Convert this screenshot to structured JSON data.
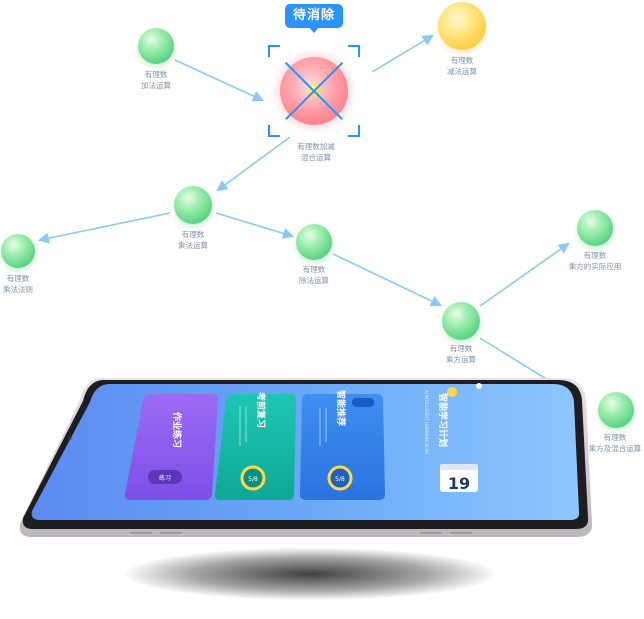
{
  "tag": {
    "label": "待消除"
  },
  "nodes": [
    {
      "id": "addsub-mix",
      "label": "有理数加减\n混合运算"
    },
    {
      "id": "add",
      "label": "有理数\n加法运算"
    },
    {
      "id": "sub",
      "label": "有理数\n减法运算"
    },
    {
      "id": "mul",
      "label": "有理数\n乘法运算"
    },
    {
      "id": "mul-law",
      "label": "有理数\n乘法法则"
    },
    {
      "id": "div",
      "label": "有理数\n除法运算"
    },
    {
      "id": "pow",
      "label": "有理数\n乘方运算"
    },
    {
      "id": "pow-app",
      "label": "有理数\n乘方的实际应用"
    },
    {
      "id": "pow-mix",
      "label": "有理数\n乘方及混合运算"
    }
  ],
  "tablet": {
    "screen_title": "智能学习计划",
    "screen_subtitle": "AI INTELLIGENT LEARNING PLAN",
    "day_number": "19",
    "cards": [
      {
        "title": "作业练习",
        "badge": "练习"
      },
      {
        "title": "考前复习",
        "badge": "5/8"
      },
      {
        "title": "智能推荐",
        "badge": "5/8"
      }
    ]
  },
  "colors": {
    "accent": "#2a93ff",
    "link": "#7fc4f2",
    "node_green": "#5fd685",
    "node_sun": "#ffc93a",
    "card_purple": "#8a5cf0",
    "card_teal": "#14b8a6",
    "card_blue": "#2f7fe8"
  }
}
